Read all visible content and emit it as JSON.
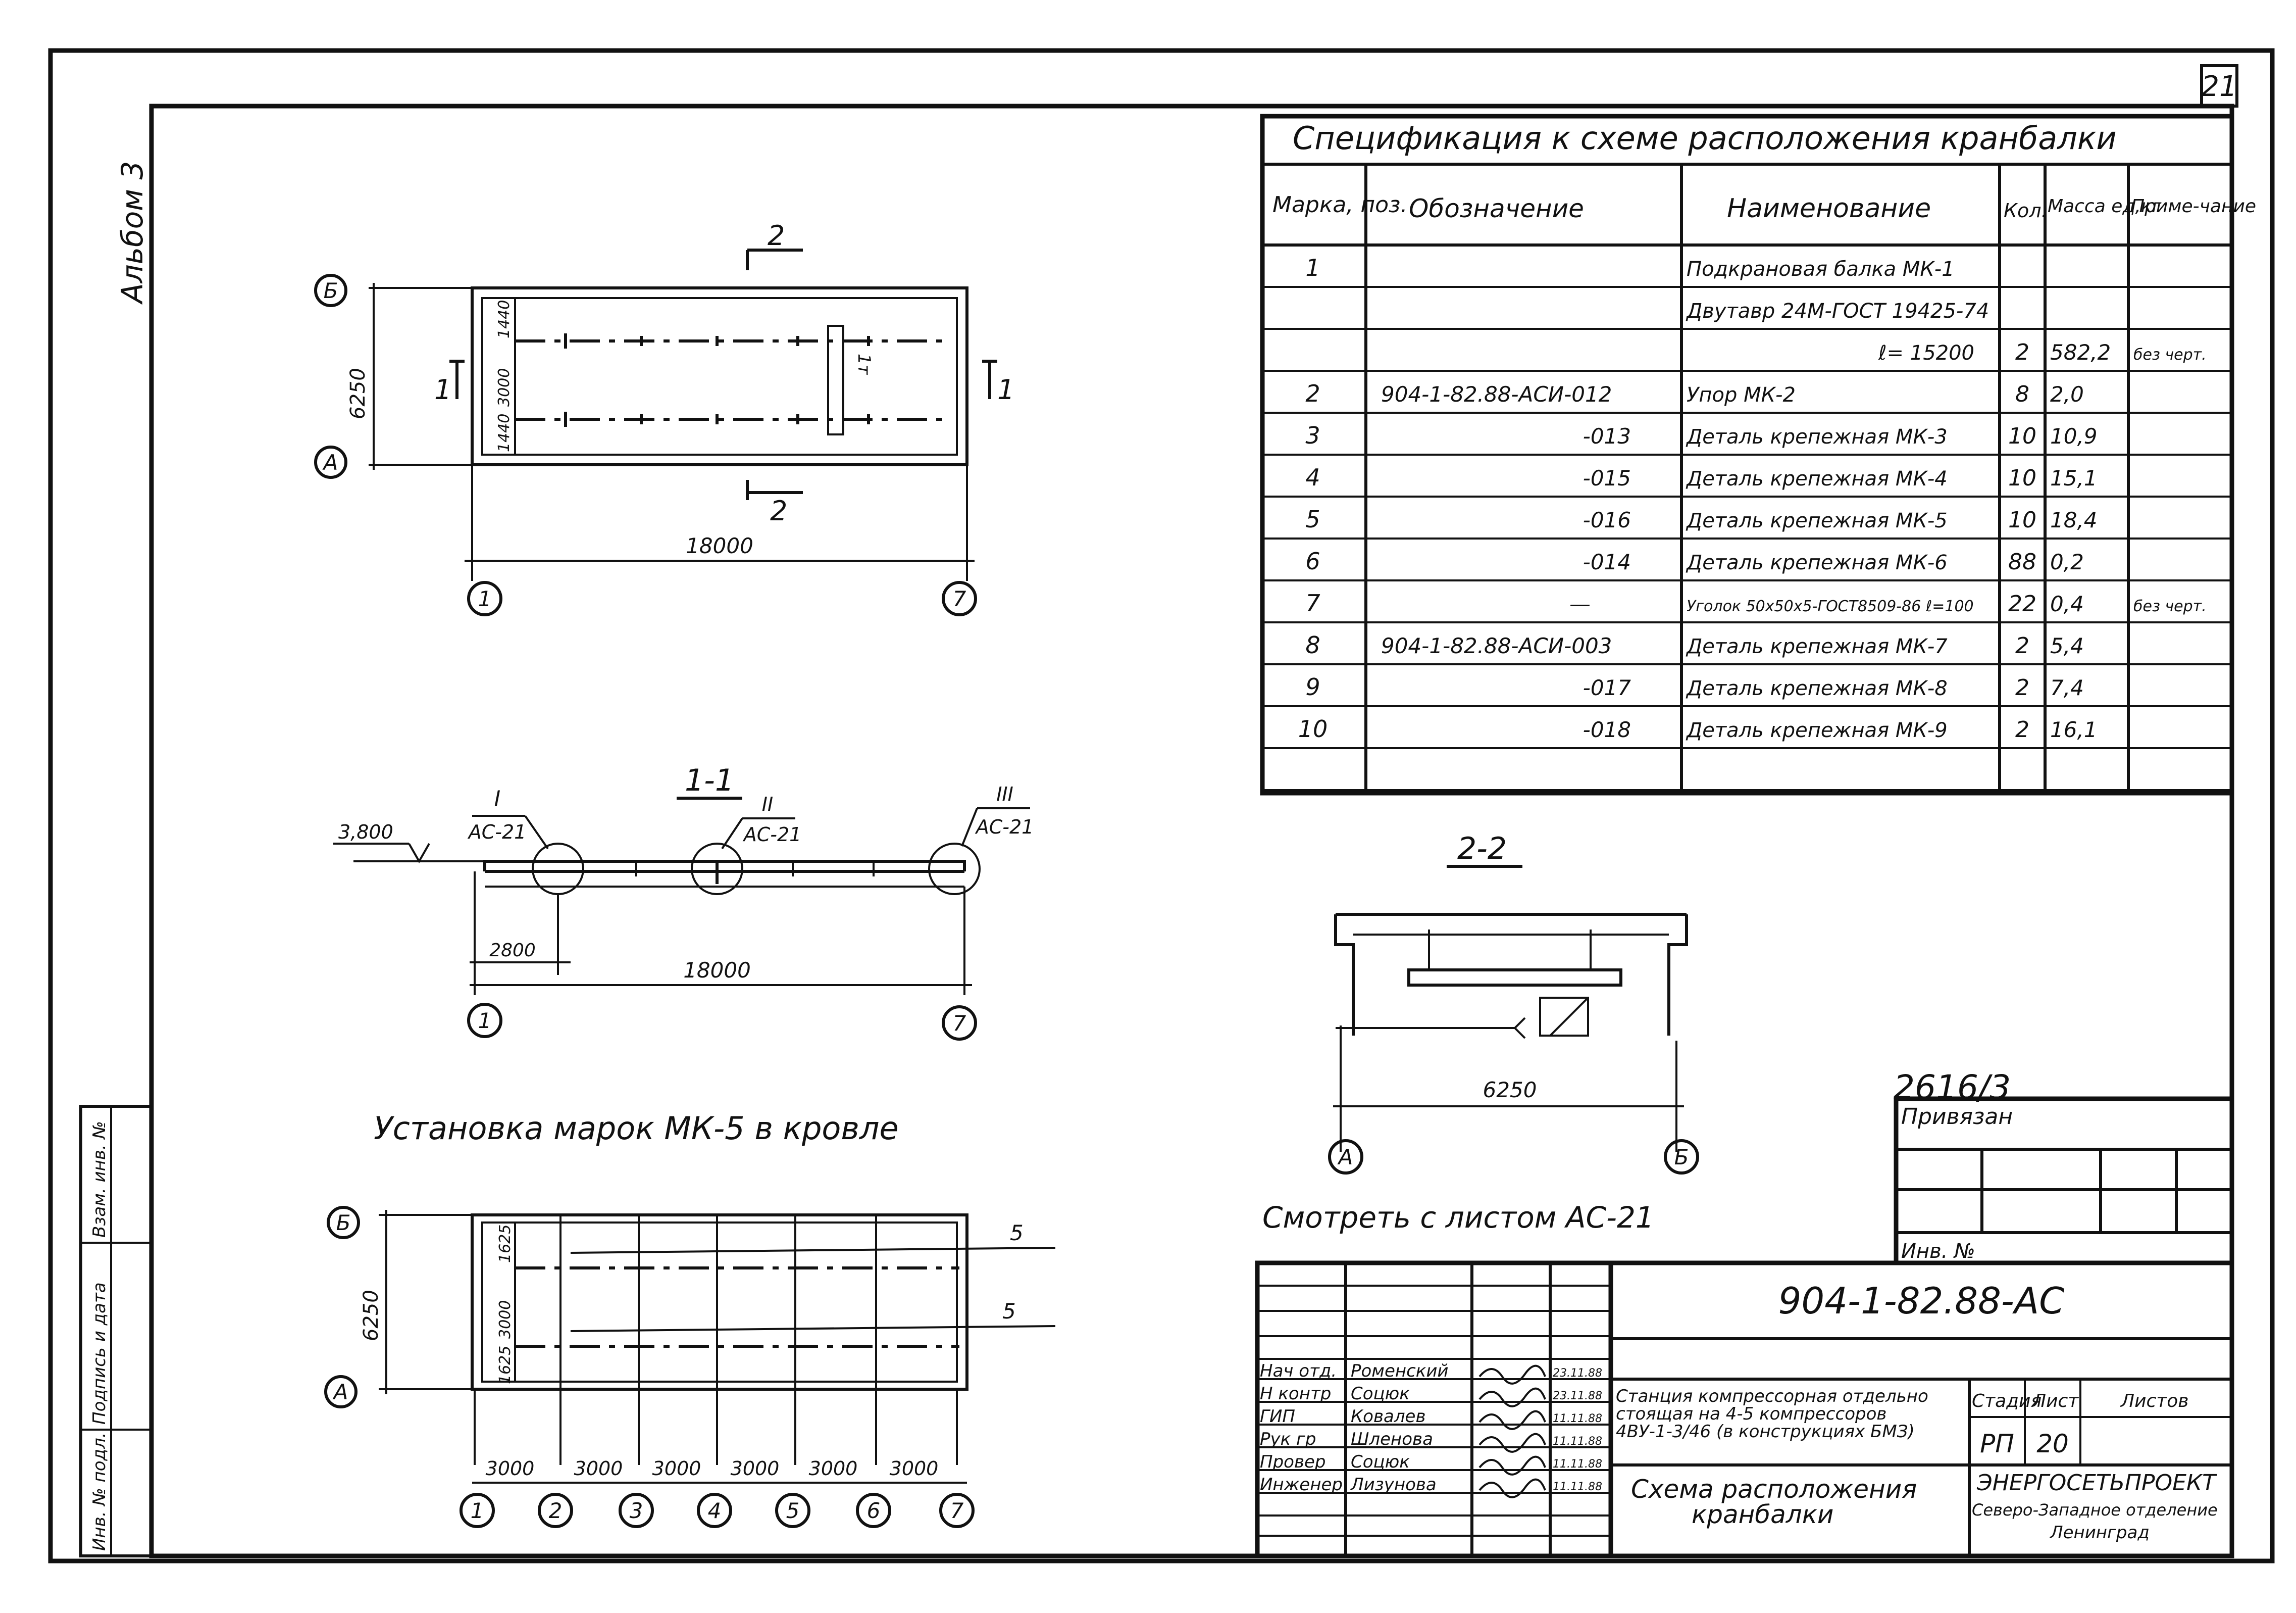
{
  "sheet_number": "21",
  "album_label": "Альбом 3",
  "plan_axes": {
    "A": "А",
    "B": "Б",
    "c1": "1",
    "c2": "2",
    "c3": "3",
    "c4": "4",
    "c5": "5",
    "c6": "6",
    "c7": "7"
  },
  "plan": {
    "width_dim": "18000",
    "height_dim": "6250",
    "dims_vert": [
      "1440",
      "3000",
      "1440"
    ],
    "section_1_left": "1",
    "section_1_right": "1",
    "section_2_top": "2",
    "section_2_bottom": "2",
    "inner_mark": "1т"
  },
  "section_1_1": {
    "title": "1-1",
    "level": "3,800",
    "callouts": [
      {
        "num": "I",
        "sheet": "АС-21"
      },
      {
        "num": "II",
        "sheet": "АС-21"
      },
      {
        "num": "III",
        "sheet": "АС-21"
      }
    ],
    "dim_small": "2800",
    "dim_total": "18000"
  },
  "section_2_2": {
    "title": "2-2",
    "dim": "6250"
  },
  "roof": {
    "title": "Установка марок МК-5 в кровле",
    "height_dim": "6250",
    "dims_vert": [
      "1625",
      "3000",
      "1625"
    ],
    "dims_horiz": [
      "3000",
      "3000",
      "3000",
      "3000",
      "3000",
      "3000"
    ],
    "leader_1": "5",
    "leader_2": "5"
  },
  "see_also": "Смотреть с листом АС-21",
  "spec": {
    "title": "Спецификация к схеме расположения кранбалки",
    "headers": [
      "Марка, поз.",
      "Обозначение",
      "Наименование",
      "Кол.",
      "Масса ед,кг",
      "Приме-чание"
    ],
    "rows": [
      [
        "1",
        "",
        "Подкрановая балка МК-1",
        "",
        "",
        ""
      ],
      [
        "",
        "",
        "Двутавр 24М-ГОСТ 19425-74",
        "",
        "",
        ""
      ],
      [
        "",
        "",
        "ℓ= 15200",
        "2",
        "582,2",
        "без черт."
      ],
      [
        "2",
        "904-1-82.88-АСИ-012",
        "Упор МК-2",
        "8",
        "2,0",
        ""
      ],
      [
        "3",
        "-013",
        "Деталь крепежная МК-3",
        "10",
        "10,9",
        ""
      ],
      [
        "4",
        "-015",
        "Деталь крепежная МК-4",
        "10",
        "15,1",
        ""
      ],
      [
        "5",
        "-016",
        "Деталь крепежная МК-5",
        "10",
        "18,4",
        ""
      ],
      [
        "6",
        "-014",
        "Деталь крепежная МК-6",
        "88",
        "0,2",
        ""
      ],
      [
        "7",
        "—",
        "Уголок 50х50х5-ГОСТ8509-86 ℓ=100",
        "22",
        "0,4",
        "без черт."
      ],
      [
        "8",
        "904-1-82.88-АСИ-003",
        "Деталь крепежная МК-7",
        "2",
        "5,4",
        ""
      ],
      [
        "9",
        "-017",
        "Деталь крепежная МК-8",
        "2",
        "7,4",
        ""
      ],
      [
        "10",
        "-018",
        "Деталь крепежная МК-9",
        "2",
        "16,1",
        ""
      ],
      [
        "",
        "",
        "",
        "",
        "",
        ""
      ]
    ]
  },
  "stamp_binding": {
    "handwritten": "2616/3",
    "bound_label": "Привязан",
    "inv_label": "Инв. №"
  },
  "title_block": {
    "doc_code": "904-1-82.88-АС",
    "roles": [
      {
        "role": "Нач отд.",
        "name": "Роменский",
        "date": "23.11.88"
      },
      {
        "role": "Н контр",
        "name": "Соцюк",
        "date": "23.11.88"
      },
      {
        "role": "ГИП",
        "name": "Ковалев",
        "date": "11.11.88"
      },
      {
        "role": "Рук гр",
        "name": "Шленова",
        "date": "11.11.88"
      },
      {
        "role": "Провер",
        "name": "Соцюк",
        "date": "11.11.88"
      },
      {
        "role": "Инженер",
        "name": "Лизунова",
        "date": "11.11.88"
      }
    ],
    "project_desc": [
      "Станция компрессорная отдельно",
      "стоящая на 4-5 компрессоров",
      "4ВУ-1-3/46 (в конструкциях БМЗ)"
    ],
    "stage_label": "Стадия",
    "sheet_label": "Лист",
    "sheets_label": "Листов",
    "stage": "РП",
    "sheet": "20",
    "sheets": "",
    "drawing_name": [
      "Схема расположения",
      "кранбалки"
    ],
    "org": [
      "ЭНЕРГОСЕТЬПРОЕКТ",
      "Северо-Западное отделение",
      "Ленинград"
    ]
  },
  "side_stamp": [
    "Инв. № подл.",
    "Подпись и дата",
    "Взам. инв. №"
  ]
}
